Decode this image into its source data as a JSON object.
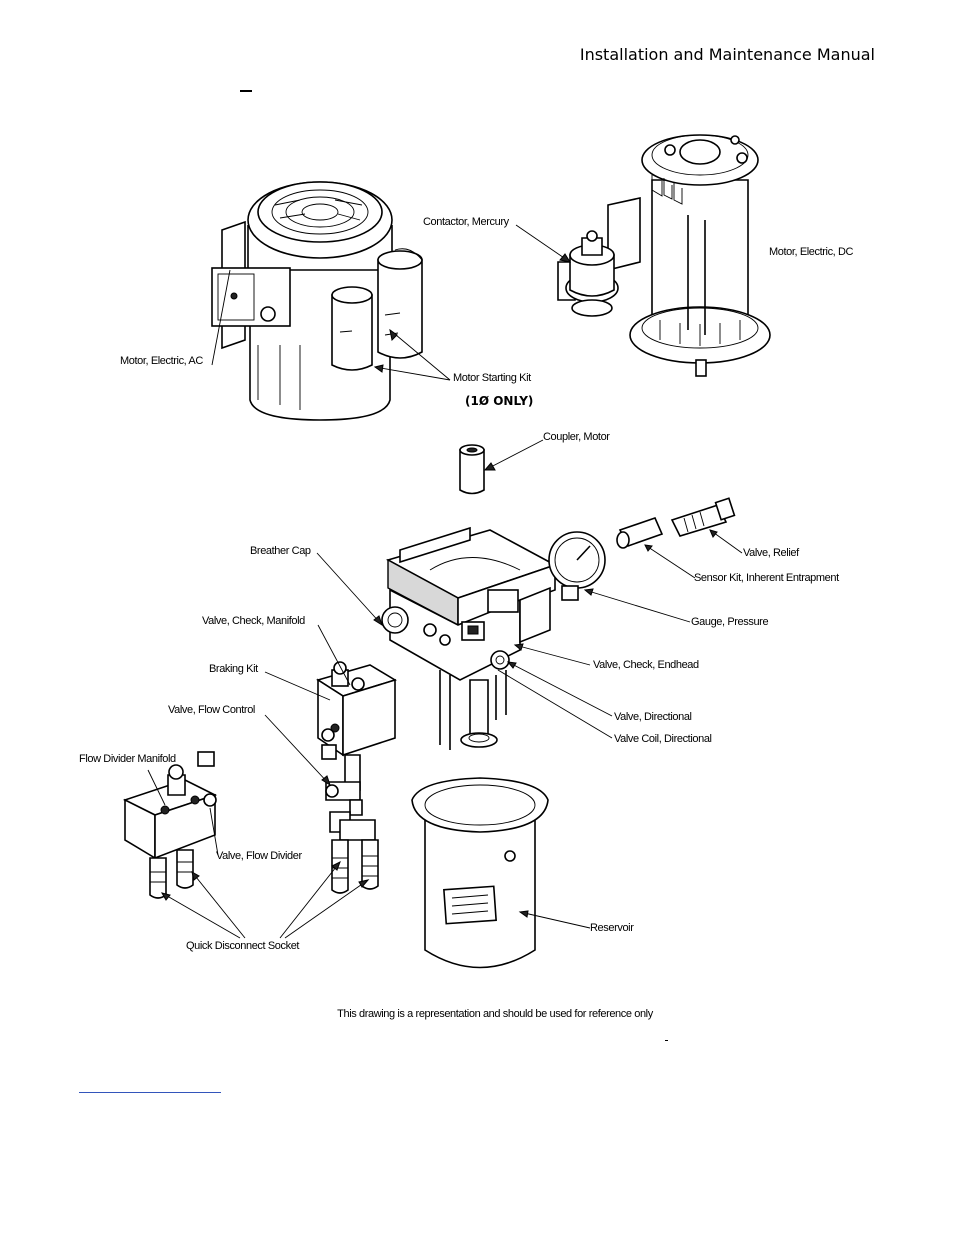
{
  "header": {
    "title": "Installation and Maintenance Manual"
  },
  "labels": {
    "contactor_mercury": "Contactor, Mercury",
    "motor_electric_dc": "Motor, Electric, DC",
    "motor_electric_ac": "Motor, Electric, AC",
    "motor_starting_kit": "Motor Starting Kit",
    "single_phase_only": "(1Ø ONLY)",
    "coupler_motor": "Coupler, Motor",
    "valve_relief": "Valve, Relief",
    "sensor_kit": "Sensor Kit, Inherent Entrapment",
    "breather_cap": "Breather Cap",
    "gauge_pressure": "Gauge, Pressure",
    "valve_check_manifold": "Valve, Check, Manifold",
    "valve_check_endhead": "Valve, Check, Endhead",
    "braking_kit": "Braking Kit",
    "valve_flow_control": "Valve, Flow Control",
    "valve_directional": "Valve, Directional",
    "valve_coil_directional": "Valve Coil, Directional",
    "flow_divider_manifold": "Flow Divider Manifold",
    "valve_flow_divider": "Valve, Flow Divider",
    "reservoir": "Reservoir",
    "quick_disconnect_socket": "Quick Disconnect Socket"
  },
  "footer": {
    "note": "This drawing is a representation and should be used for reference only"
  }
}
